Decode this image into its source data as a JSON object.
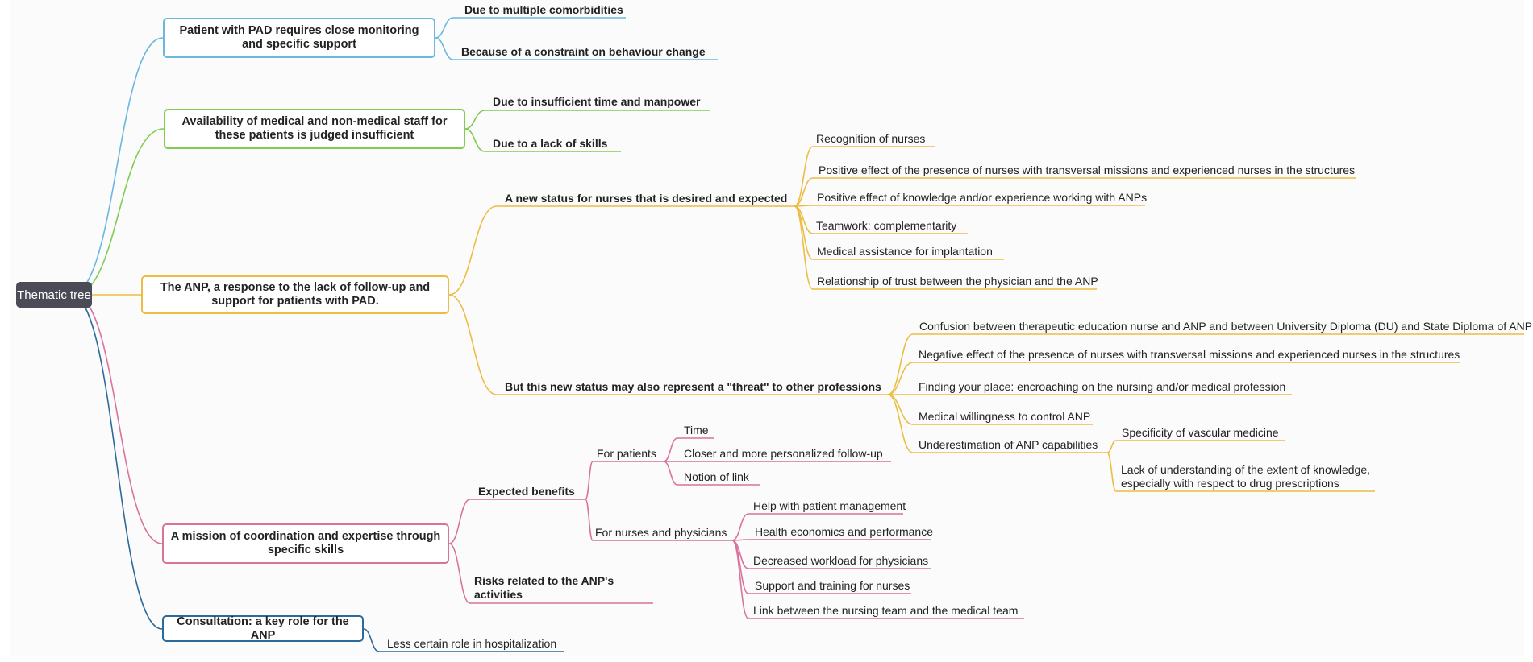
{
  "root": "Thematic tree",
  "colors": {
    "blue": "#6ab8dd",
    "green": "#7fcc4f",
    "yellow": "#ecbd42",
    "pink": "#d8739c",
    "navy": "#2c6a9c",
    "root_bg": "#4b4a57"
  },
  "t1": {
    "label": "Patient with PAD requires close monitoring and specific support",
    "c1": "Due to multiple comorbidities",
    "c2": "Because of a constraint on behaviour change"
  },
  "t2": {
    "label": "Availability of medical and non-medical staff for these patients is judged insufficient",
    "c1": "Due to insufficient time and manpower",
    "c2": "Due to a lack of skills"
  },
  "t3": {
    "label": "The ANP, a response to the lack of follow-up and support for patients with PAD.",
    "s1": {
      "label": "A new status for nurses that is desired and expected",
      "items": [
        "Recognition of nurses",
        "Positive effect of the presence of nurses with transversal missions and experienced nurses in the structures",
        "Positive effect of knowledge and/or experience working with ANPs",
        "Teamwork: complementarity",
        "Medical assistance for implantation",
        "Relationship of trust between the physician and the ANP"
      ]
    },
    "s2": {
      "label": "But this new status may also represent a \"threat\" to other professions",
      "items": [
        "Confusion between therapeutic education nurse and ANP and between University Diploma (DU) and State Diploma of ANP",
        "Negative effect of the presence of nurses with transversal missions and experienced nurses in the structures",
        "Finding your place: encroaching on the nursing and/or medical profession",
        "Medical willingness to control ANP",
        "Underestimation of ANP capabilities"
      ],
      "sub": [
        "Specificity of vascular medicine",
        "Lack of understanding of the extent of knowledge, especially with respect to drug prescriptions"
      ]
    }
  },
  "t4": {
    "label": "A mission of coordination and expertise through specific skills",
    "benefits": {
      "label": "Expected benefits",
      "patients": {
        "label": "For patients",
        "items": [
          "Time",
          "Closer and more personalized follow-up",
          "Notion of link"
        ]
      },
      "nurses": {
        "label": "For nurses and physicians",
        "items": [
          "Help with patient management",
          "Health economics and performance",
          "Decreased workload for physicians",
          "Support and training for nurses",
          "Link between the nursing team and the medical team"
        ]
      }
    },
    "risks": "Risks related to the ANP's activities"
  },
  "t5": {
    "label": "Consultation: a key role for the ANP",
    "c1": "Less certain role in hospitalization"
  }
}
